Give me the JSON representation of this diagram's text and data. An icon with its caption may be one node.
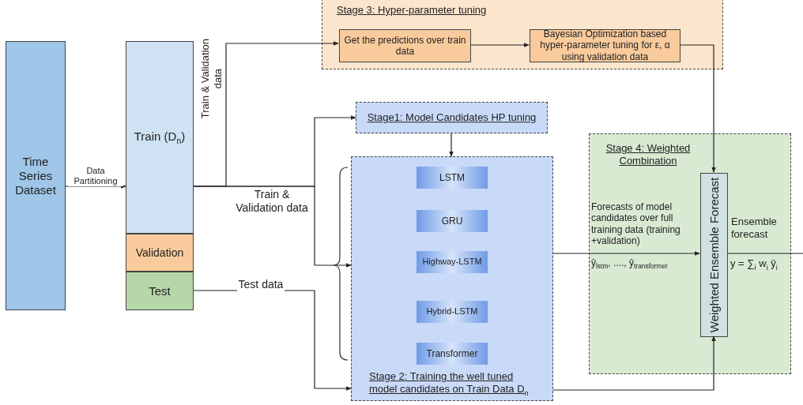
{
  "diagram": {
    "nodes": [
      {
        "text": [
          "Time Series Dataset"
        ]
      },
      {
        "text": [
          "Train (D$_{n}$)"
        ]
      },
      {
        "text": [
          "Validation"
        ]
      },
      {
        "text": [
          "Test"
        ]
      },
      {
        "text": [
          "Stage 3: Hyper-parameter tuning"
        ]
      },
      {
        "text": [
          "Get the predictions over train data"
        ],
        "in": 4
      },
      {
        "text": [
          "Bayesian Optimization based hyper-parameter tuning for ε, α using validation data"
        ],
        "in": 4
      },
      {
        "text": [
          "Stage1: Model Candidates HP tuning"
        ]
      },
      {
        "text": [
          "Stage 2: Training the well tuned model candidates on Train Data D$_{n}$"
        ]
      },
      {
        "text": [
          "LSTM"
        ],
        "in": 8
      },
      {
        "text": [
          "GRU"
        ],
        "in": 8
      },
      {
        "text": [
          "Highway-LSTM"
        ],
        "in": 8
      },
      {
        "text": [
          "Hybrid-LSTM"
        ],
        "in": 8
      },
      {
        "text": [
          "Transformer"
        ],
        "in": 8
      },
      {
        "text": [
          "Stage 4: Weighted Combination"
        ]
      },
      {
        "text": [
          "Weighted Ensemble Forecast"
        ],
        "in": 14
      }
    ],
    "edges": [
      {
        "from": 0,
        "to": 1,
        "arrow": "to",
        "label": "Data Partitioning"
      },
      {
        "from": 1,
        "to": 5,
        "arrow": "to",
        "label": "Train & Validation data"
      },
      {
        "from": 1,
        "to": 7,
        "arrow": "to"
      },
      {
        "from": 1,
        "to": 8,
        "arrow": "to",
        "label": "Train & Validation data"
      },
      {
        "from": 3,
        "to": 8,
        "arrow": "to",
        "label": "Test data"
      },
      {
        "from": 5,
        "to": 6,
        "arrow": "to"
      },
      {
        "from": 6,
        "to": 15,
        "arrow": "to"
      },
      {
        "from": 7,
        "to": 8,
        "arrow": "to"
      },
      {
        "from": 8,
        "to": 15,
        "arrow": "to",
        "label": "Forecasts of model candidates over full training data (training +validation)"
      },
      {
        "from": 8,
        "to": 15,
        "arrow": "to"
      },
      {
        "from": 15,
        "to": null,
        "arrow": "none",
        "label": "Ensemble forecast"
      }
    ],
    "labels": [
      "ŷ$_{lstm}$, ...., ŷ$_{transformer}$",
      "y = ∑$_{i}$ w$_{i}$ ŷ$_{i}$"
    ]
  }
}
